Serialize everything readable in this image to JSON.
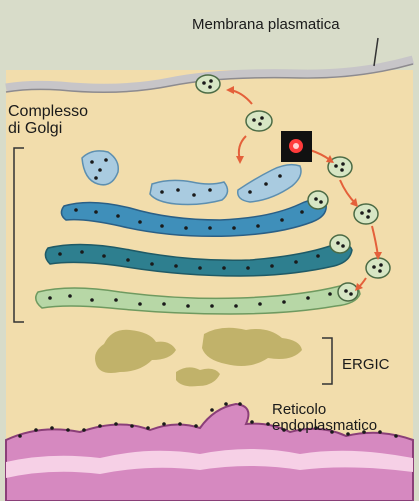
{
  "labels": {
    "membrane": "Membrana plasmatica",
    "golgi_line1": "Complesso",
    "golgi_line2": "di Golgi",
    "ergic": "ERGIC",
    "er_line1": "Reticolo",
    "er_line2": "endoplasmatico"
  },
  "colors": {
    "cytoplasm": "#f2ddac",
    "membrane": "#c7c5c8",
    "golgi_light": "#a9cbe0",
    "golgi_mid": "#3f8fba",
    "golgi_dark": "#2e7f8f",
    "golgi_green": "#b7d7a6",
    "ergic": "#c1b26a",
    "er_pink": "#d689c0",
    "arrow": "#e4603a",
    "highlight": "#ff3b3b"
  }
}
